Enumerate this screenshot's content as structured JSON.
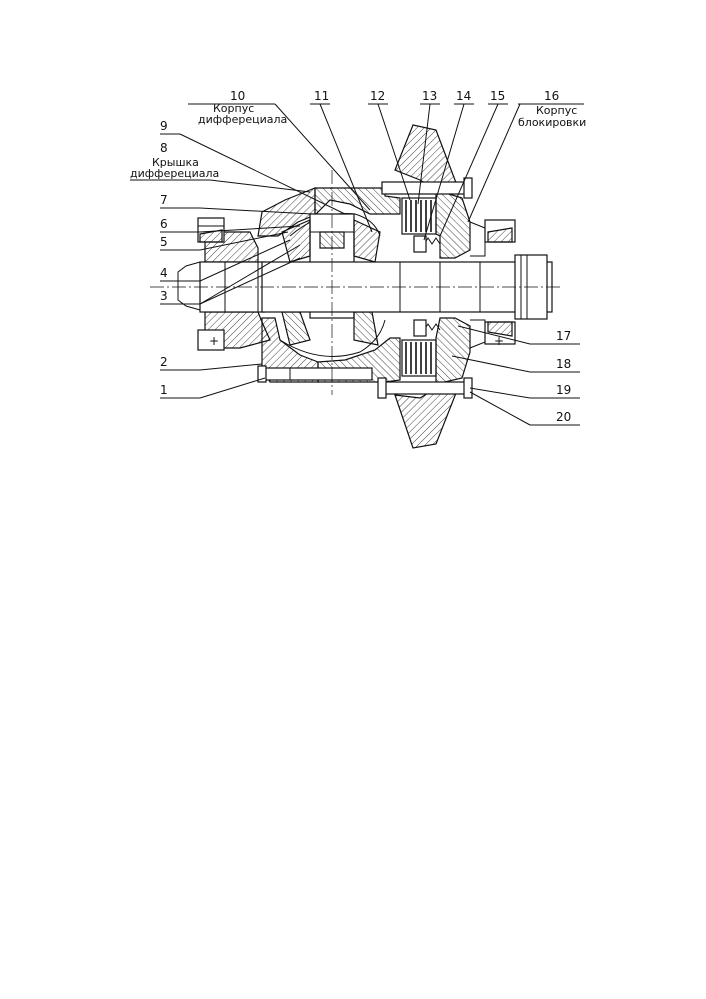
{
  "callouts": [
    {
      "id": "1",
      "label": "1"
    },
    {
      "id": "2",
      "label": "2"
    },
    {
      "id": "3",
      "label": "3"
    },
    {
      "id": "4",
      "label": "4"
    },
    {
      "id": "5",
      "label": "5"
    },
    {
      "id": "6",
      "label": "6"
    },
    {
      "id": "7",
      "label": "7"
    },
    {
      "id": "8",
      "label": "8"
    },
    {
      "id": "9",
      "label": "9"
    },
    {
      "id": "10",
      "label": "10"
    },
    {
      "id": "11",
      "label": "11"
    },
    {
      "id": "12",
      "label": "12"
    },
    {
      "id": "13",
      "label": "13"
    },
    {
      "id": "14",
      "label": "14"
    },
    {
      "id": "15",
      "label": "15"
    },
    {
      "id": "16",
      "label": "16"
    },
    {
      "id": "17",
      "label": "17"
    },
    {
      "id": "18",
      "label": "18"
    },
    {
      "id": "19",
      "label": "19"
    },
    {
      "id": "20",
      "label": "20"
    }
  ],
  "captions": {
    "cover_line1": "Крышка",
    "cover_line2": "дифферециала",
    "housing_line1": "Корпус",
    "housing_line2": "дифферециала",
    "lock_line1": "Корпус",
    "lock_line2": "блокировки"
  },
  "symbols": {
    "plus_left": "+",
    "plus_right": "+"
  }
}
